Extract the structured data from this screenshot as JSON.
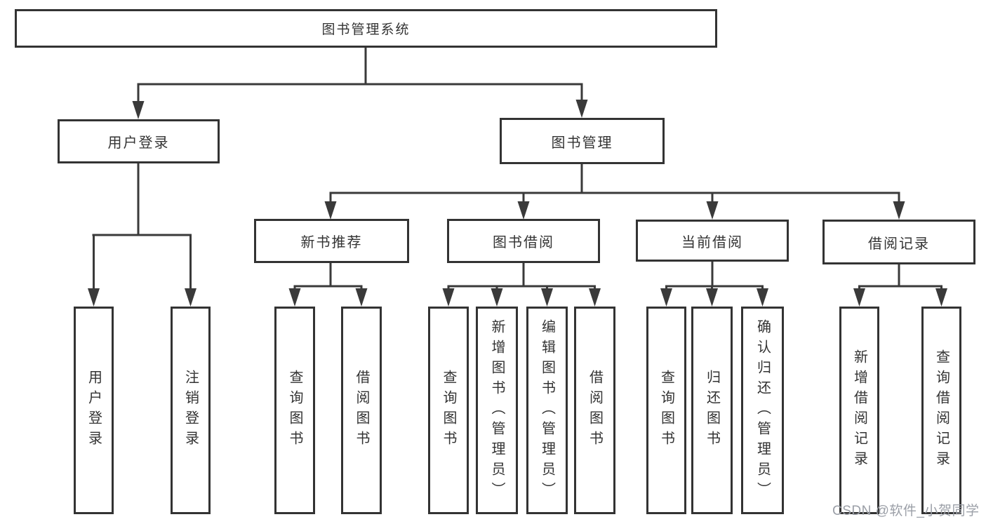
{
  "diagram": {
    "type": "tree",
    "title": "图书管理系统",
    "colors": {
      "background": "#ffffff",
      "box_border": "#333333",
      "connector_line": "#3a3a3a",
      "text": "#333333",
      "watermark_text": "#9b9fa7"
    },
    "root": {
      "label": "图书管理系统"
    },
    "branches": [
      {
        "label": "用户登录",
        "children": [
          {
            "label": "用户登录"
          },
          {
            "label": "注销登录"
          }
        ]
      },
      {
        "label": "图书管理",
        "children": [
          {
            "label": "新书推荐",
            "children": [
              {
                "label": "查询图书"
              },
              {
                "label": "借阅图书"
              }
            ]
          },
          {
            "label": "图书借阅",
            "children": [
              {
                "label": "查询图书"
              },
              {
                "label": "新增图书（管理员）"
              },
              {
                "label": "编辑图书（管理员）"
              },
              {
                "label": "借阅图书"
              }
            ]
          },
          {
            "label": "当前借阅",
            "children": [
              {
                "label": "查询图书"
              },
              {
                "label": "归还图书"
              },
              {
                "label": "确认归还（管理员）"
              }
            ]
          },
          {
            "label": "借阅记录",
            "children": [
              {
                "label": "新增借阅记录"
              },
              {
                "label": "查询借阅记录"
              }
            ]
          }
        ]
      }
    ],
    "watermark": "CSDN @软件_小贺同学"
  }
}
